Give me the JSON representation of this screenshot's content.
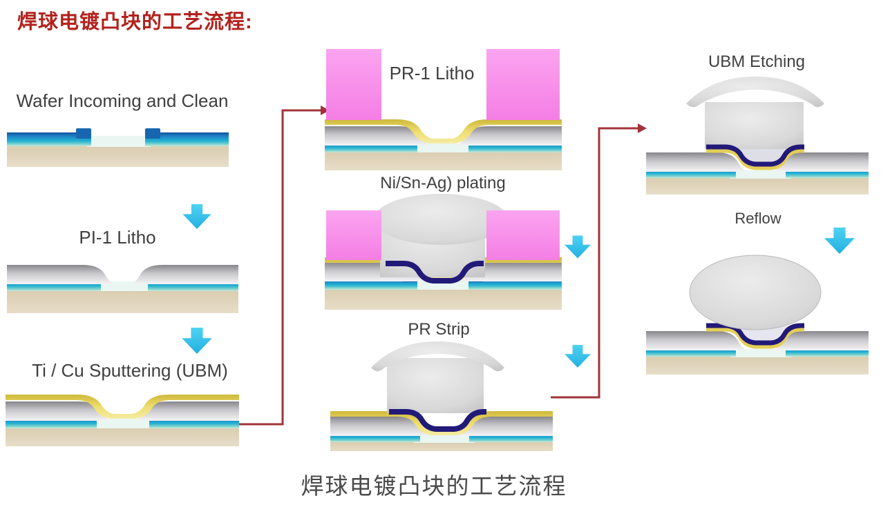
{
  "title": "焊球电镀凸块的工艺流程:",
  "caption": "焊球电镀凸块的工艺流程",
  "steps": [
    {
      "id": "wafer-incoming",
      "label": "Wafer Incoming and Clean"
    },
    {
      "id": "pi1-litho",
      "label": "PI-1 Litho"
    },
    {
      "id": "ti-cu-sputtering",
      "label": "Ti / Cu Sputtering (UBM)"
    },
    {
      "id": "pr1-litho",
      "label": "PR-1 Litho"
    },
    {
      "id": "ni-sn-ag-plating",
      "label": "Ni/Sn-Ag) plating"
    },
    {
      "id": "pr-strip",
      "label": "PR Strip"
    },
    {
      "id": "ubm-etching",
      "label": "UBM Etching"
    },
    {
      "id": "reflow",
      "label": "Reflow"
    }
  ],
  "colors": {
    "title_red": "#b2221c",
    "label_gray": "#3f3f3f",
    "flow_arrow_cyan": "#3cc6ee",
    "connector_red": "#a13338",
    "photoresist_pink": "#f78ae8",
    "solder_gray": "#d6d6d6",
    "nickel_navy": "#221a78",
    "ubm_yellow": "#e8d254",
    "metal_blue": "#1e86c6",
    "substrate_beige": "#ded2b8"
  }
}
